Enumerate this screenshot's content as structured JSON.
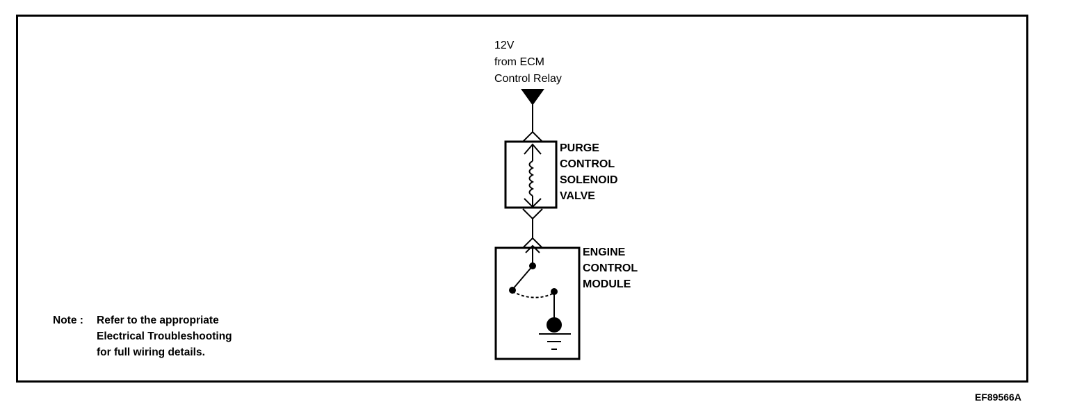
{
  "diagram": {
    "source_label": [
      "12V",
      "from ECM",
      "Control Relay"
    ],
    "solenoid_label": [
      "PURGE",
      "CONTROL",
      "SOLENOID",
      "VALVE"
    ],
    "module_label": [
      "ENGINE",
      "CONTROL",
      "MODULE"
    ],
    "note": {
      "heading": "Note :",
      "lines": [
        "Refer to the appropriate",
        "Electrical Troubleshooting",
        "for full wiring details."
      ]
    },
    "figure_code": "EF89566A"
  }
}
